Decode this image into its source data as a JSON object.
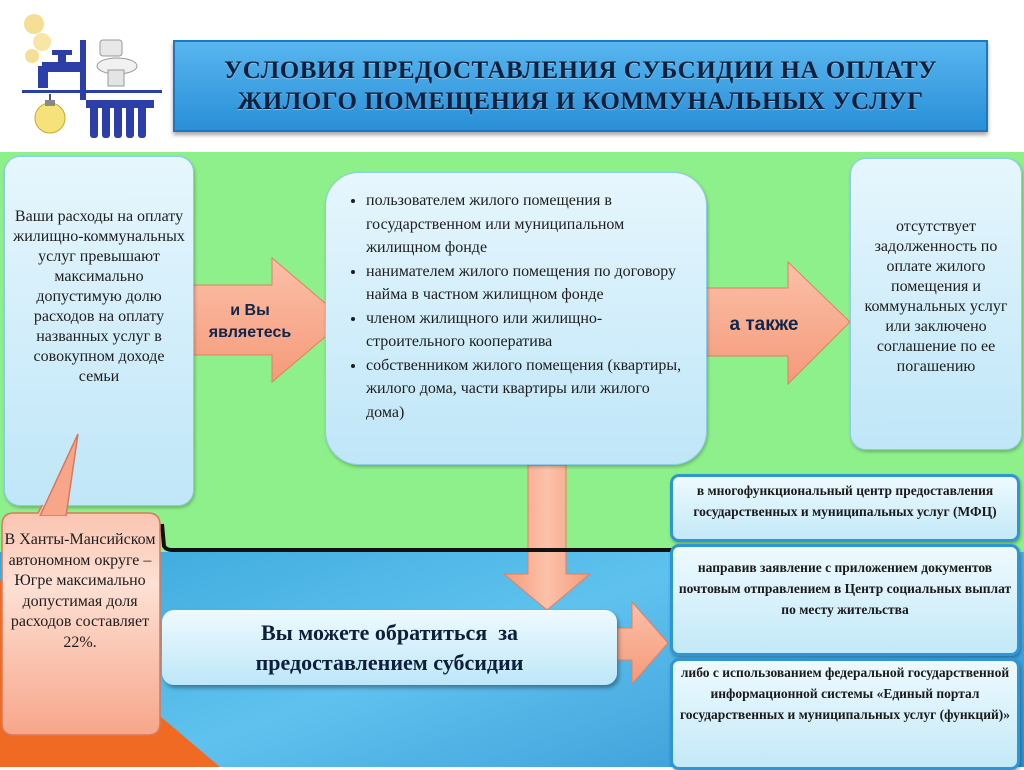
{
  "title": {
    "line1": "УСЛОВИЯ ПРЕДОСТАВЛЕНИЯ СУБСИДИИ НА ОПЛАТУ",
    "line2": "ЖИЛОГО ПОМЕЩЕНИЯ И КОММУНАЛЬНЫХ УСЛУГ"
  },
  "icons": [
    "faucet-icon",
    "toilet-icon",
    "lightbulb-icon",
    "radiator-icon",
    "coins-icon"
  ],
  "left_box": {
    "text": "Ваши расходы на оплату жилищно-коммунальных услуг превышают максимально допустимую долю расходов на оплату названных услуг в совокупном доходе семьи"
  },
  "arrow_and": {
    "line1": "и Вы",
    "line2": "являетесь"
  },
  "middle_box": {
    "items": [
      "пользователем жилого помещения в государственном или муниципальном жилищном фонде",
      "нанимателем жилого помещения по договору найма в частном жилищном фонде",
      "членом жилищного или жилищно-строительного кооператива",
      "собственником жилого помещения (квартиры, жилого дома, части квартиры или жилого дома)"
    ]
  },
  "arrow_also": {
    "label": "а также"
  },
  "right_box": {
    "text": "отсутствует задолженность по оплате жилого помещения и коммунальных услуг или заключено соглашение по ее погашению"
  },
  "callout": {
    "text": "В Ханты-Мансийском автономном округе – Югре максимально допустимая доля расходов составляет 22%."
  },
  "contact": {
    "line1": "Вы можете обратиться  за",
    "line2": "предоставлением субсидии"
  },
  "options": [
    "в многофункциональный центр предоставления государственных и муниципальных услуг (МФЦ)",
    "направив заявление с приложением документов почтовым отправлением в Центр социальных выплат по месту жительства",
    "либо с использованием федеральной государственной информационной системы «Единый портал государственных и муниципальных услуг (функций)»"
  ],
  "colors": {
    "green_area": "#8ef08a",
    "blue_area": "#3aa7dc",
    "arrow_fill": "#f9a98d",
    "title_bar": "#3a9fe4",
    "box_border": "#2e95d6"
  }
}
